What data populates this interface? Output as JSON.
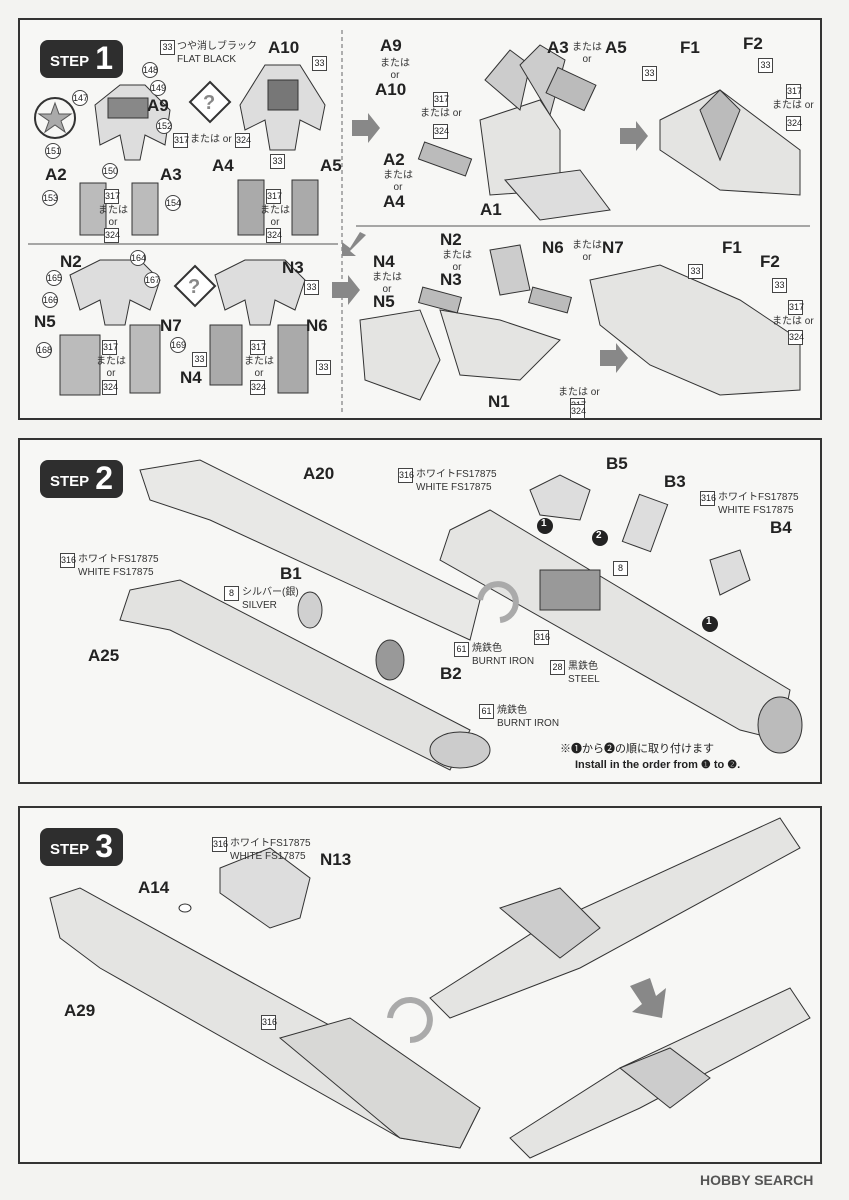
{
  "step1": {
    "label": "STEP",
    "number": "1",
    "color_note_jp": "つや消しブラック",
    "color_note_en": "FLAT BLACK",
    "parts": {
      "a10": "A10",
      "a9": "A9",
      "a2": "A2",
      "a3": "A3",
      "a4": "A4",
      "a5": "A5",
      "a9b": "A9",
      "or1": "または",
      "or1en": "or",
      "a10b": "A10",
      "a3a5": "A3",
      "mata_a5": "または",
      "a5b": "A5",
      "or_a5": "or",
      "a2b": "A2",
      "a4b": "A4",
      "a1": "A1",
      "f1": "F1",
      "f2": "F2",
      "n2": "N2",
      "n3": "N3",
      "n5": "N5",
      "n7": "N7",
      "n4": "N4",
      "n6": "N6",
      "n4b": "N4",
      "n5b": "N5",
      "n2b": "N2",
      "n3b": "N3",
      "n6b": "N6",
      "n7b": "N7",
      "n1": "N1",
      "f1b": "F1",
      "f2b": "F2"
    },
    "callouts": [
      "147",
      "148",
      "149",
      "150",
      "151",
      "152",
      "153",
      "154",
      "164",
      "165",
      "166",
      "167",
      "168",
      "169"
    ],
    "num33": "33",
    "num317": "317",
    "num324": "324",
    "or_jp": "または",
    "or_en": "or"
  },
  "step2": {
    "label": "STEP",
    "number": "2",
    "parts": {
      "a20": "A20",
      "a25": "A25",
      "b1": "B1",
      "b2": "B2",
      "b3": "B3",
      "b4": "B4",
      "b5": "B5"
    },
    "white_jp": "ホワイトFS17875",
    "white_en": "WHITE FS17875",
    "num316": "316",
    "num8": "8",
    "num61": "61",
    "num28": "28",
    "silver_jp": "シルバー(銀)",
    "silver_en": "SILVER",
    "burnt_jp": "焼鉄色",
    "burnt_en": "BURNT IRON",
    "steel_jp": "黒鉄色",
    "steel_en": "STEEL",
    "order_1": "1",
    "order_2": "2",
    "instruction_jp": "※❶から❷の順に取り付けます",
    "instruction_en": "Install in the order from ❶ to ❷."
  },
  "step3": {
    "label": "STEP",
    "number": "3",
    "parts": {
      "a14": "A14",
      "a29": "A29",
      "n13": "N13"
    },
    "white_jp": "ホワイトFS17875",
    "white_en": "WHITE FS17875",
    "num316": "316"
  },
  "footer": "HOBBY SEARCH"
}
